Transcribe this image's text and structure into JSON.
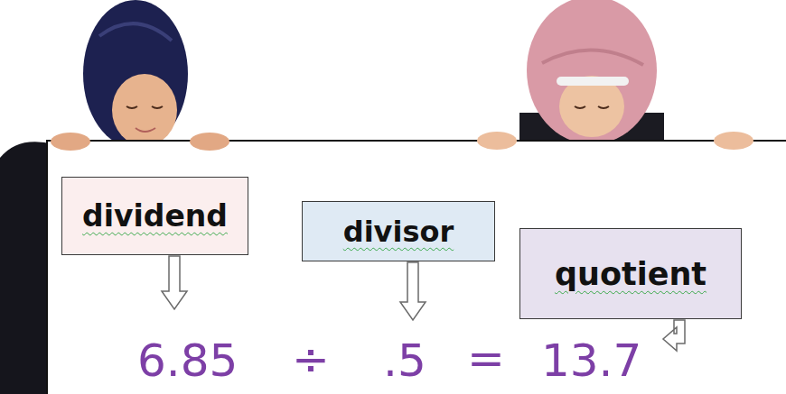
{
  "diagram": {
    "nodes": [
      {
        "text": [
          "dividend"
        ]
      },
      {
        "text": [
          "divisor"
        ]
      },
      {
        "text": [
          "quotient"
        ]
      }
    ],
    "labels": [
      "6.85",
      "÷",
      ".5",
      "=",
      "13.7"
    ]
  }
}
